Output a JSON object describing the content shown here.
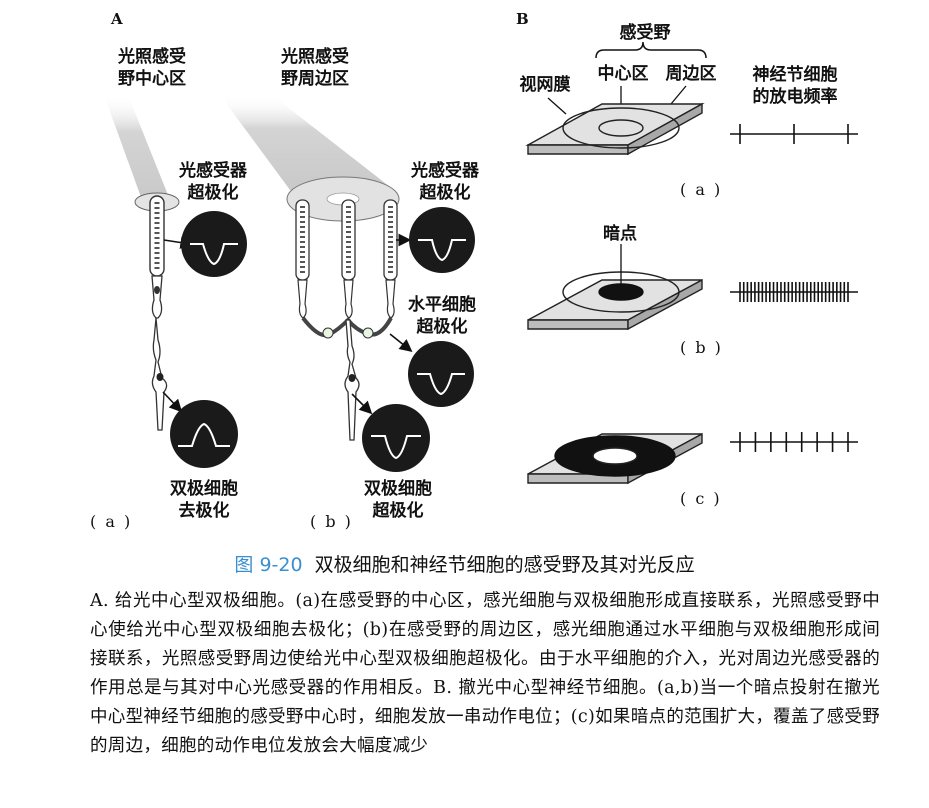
{
  "panelA": {
    "panel_label": "A",
    "beam_a_label": "光照感受\n野中心区",
    "beam_b_label": "光照感受\n野周边区",
    "a_photoreceptor_label": "光感受器\n超极化",
    "b_photoreceptor_label": "光感受器\n超极化",
    "horizontal_label": "水平细胞\n超极化",
    "bipolar_a_label": "双极细胞\n去极化",
    "bipolar_b_label": "双极细胞\n超极化",
    "sub_a": "( a )",
    "sub_b": "( b )"
  },
  "panelB": {
    "panel_label": "B",
    "receptive_field": "感受野",
    "center": "中心区",
    "surround": "周边区",
    "retina": "视网膜",
    "ganglion_rate": "神经节细胞\n的放电频率",
    "dark_spot": "暗点",
    "sub_a": "( a )",
    "sub_b": "( b )",
    "sub_c": "( c )",
    "spike_counts": {
      "a": 3,
      "b": 30,
      "c": 8
    }
  },
  "caption": {
    "figure_number": "图 9-20",
    "title": "双极细胞和神经节细胞的感受野及其对光反应",
    "body": "A. 给光中心型双极细胞。(a)在感受野的中心区，感光细胞与双极细胞形成直接联系，光照感受野中心使给光中心型双极细胞去极化；(b)在感受野的周边区，感光细胞通过水平细胞与双极细胞形成间接联系，光照感受野周边使给光中心型双极细胞超极化。由于水平细胞的介入，光对周边光感受器的作用总是与其对中心光感受器的作用相反。B. 撤光中心型神经节细胞。(a,b)当一个暗点投射在撤光中心型神经节细胞的感受野中心时，细胞发放一串动作电位；(c)如果暗点的范围扩大，覆盖了感受野的周边，细胞的动作电位发放会大幅度减少"
  },
  "colors": {
    "accent": "#3a8fd0",
    "ink": "#111111",
    "beam": "#d8d8d8",
    "scope": "#1a1a1a"
  }
}
